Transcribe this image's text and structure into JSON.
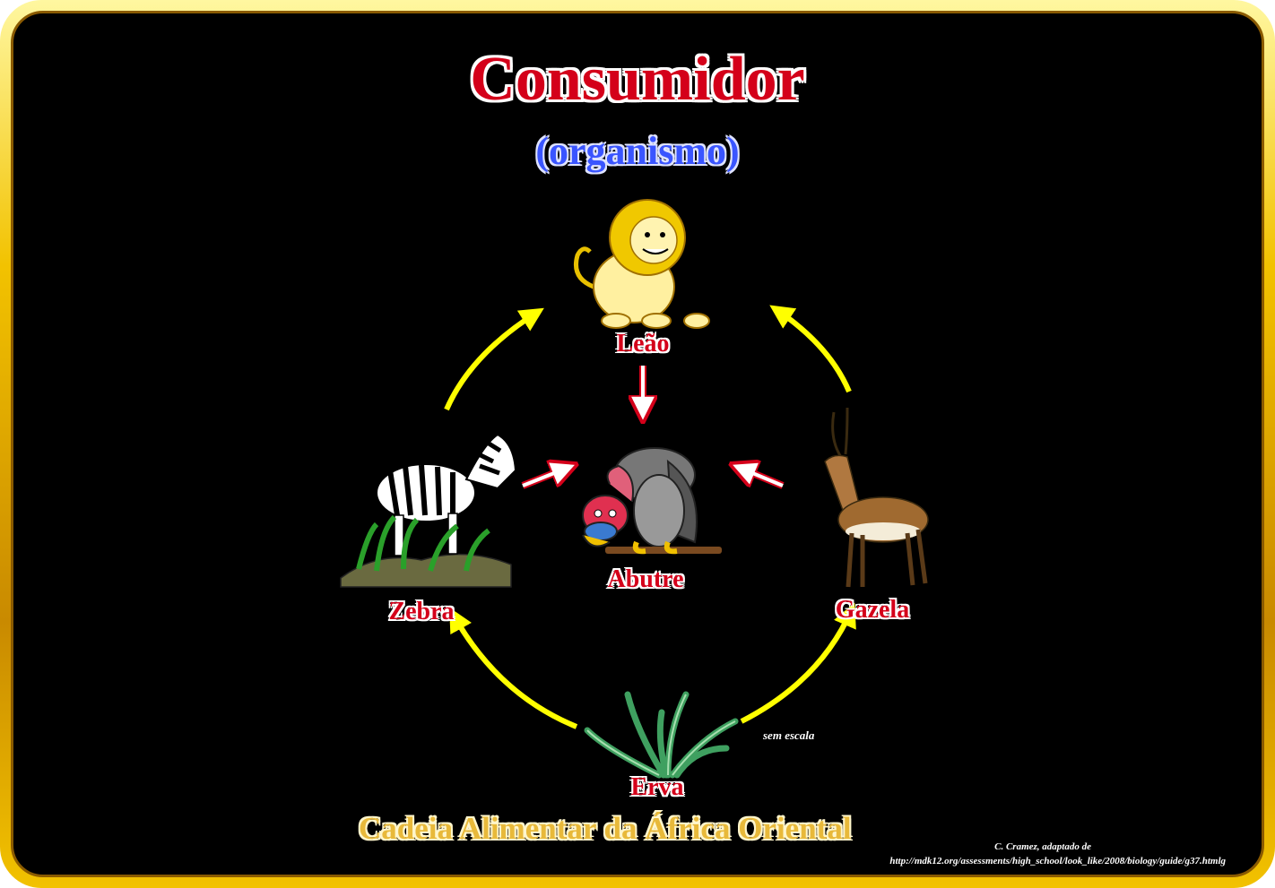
{
  "title": "Consumidor",
  "subtitle": "(organismo)",
  "nodes": {
    "lion": "Leão",
    "vulture": "Abutre",
    "zebra": "Zebra",
    "gazelle": "Gazela",
    "grass": "Erva"
  },
  "note": "sem escala",
  "footer": "Cadeia  Alimentar da  África Oriental",
  "credit": {
    "line1": "C. Cramez, adaptado de",
    "line2": "http://mdk12.org/assessments/high_school/look_like/2008/biology/guide/g37.htmlg"
  },
  "colors": {
    "frame": "#f2c200",
    "background": "#000000",
    "title": "#d4001a",
    "subtitle": "#3a55ff",
    "arrow_cycle": "#ffff00",
    "arrow_vulture": "#ffffff",
    "footer": "#e8b93a"
  },
  "icons": [
    "lion-icon",
    "vulture-icon",
    "zebra-icon",
    "gazelle-icon",
    "grass-icon"
  ]
}
